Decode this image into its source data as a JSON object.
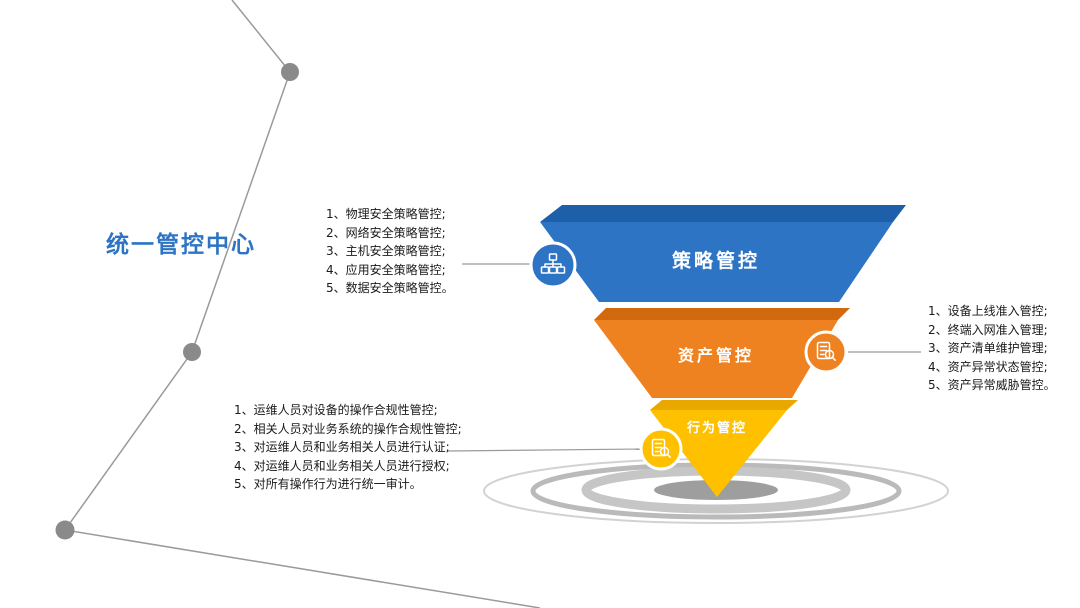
{
  "title": "统一管控中心",
  "colors": {
    "blue": "#2E74C4",
    "blue_dark": "#1E5FA9",
    "orange": "#EF8220",
    "orange_dark": "#D2690E",
    "yellow": "#FFC000",
    "yellow_dark": "#E9A800",
    "gray_dot": "#8A8A8A",
    "gray_line": "#9A9A9A",
    "text": "#1A1A1A",
    "label": "#FFFFFF"
  },
  "funnel": {
    "layers": [
      {
        "label": "策略管控",
        "icon": "hierarchy-icon"
      },
      {
        "label": "资产管控",
        "icon": "document-search-icon"
      },
      {
        "label": "行为管控",
        "icon": "document-search-icon"
      }
    ]
  },
  "policy_list": {
    "items": [
      "1、物理安全策略管控;",
      "2、网络安全策略管控;",
      "3、主机安全策略管控;",
      "4、应用安全策略管控;",
      "5、数据安全策略管控。"
    ]
  },
  "asset_list": {
    "items": [
      "1、设备上线准入管控;",
      "2、终端入网准入管理;",
      "3、资产清单维护管理;",
      "4、资产异常状态管控;",
      "5、资产异常威胁管控。"
    ]
  },
  "behavior_list": {
    "items": [
      "1、运维人员对设备的操作合规性管控;",
      "2、相关人员对业务系统的操作合规性管控;",
      "3、对运维人员和业务相关人员进行认证;",
      "4、对运维人员和业务相关人员进行授权;",
      "5、对所有操作行为进行统一审计。"
    ]
  }
}
